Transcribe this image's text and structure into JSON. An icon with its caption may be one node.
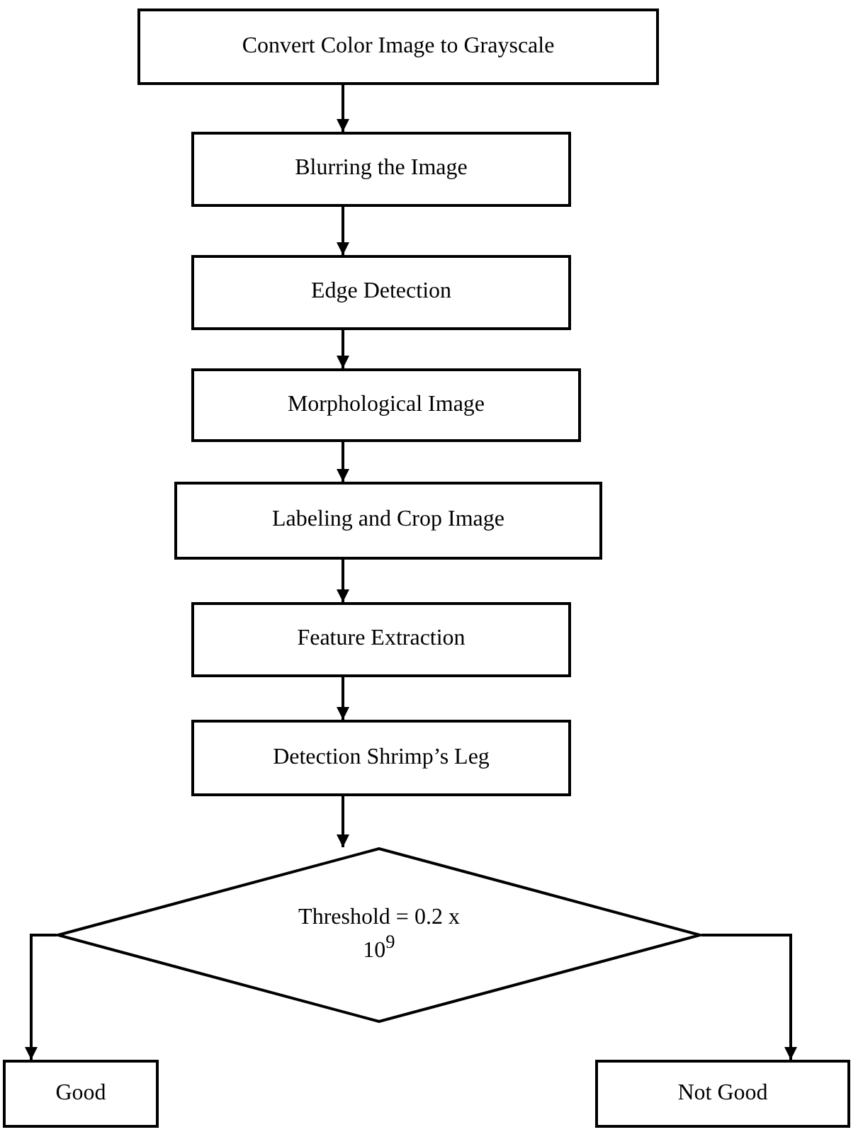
{
  "diagram": {
    "nodes": [
      {
        "text": [
          "Convert Color Image to Grayscale"
        ]
      },
      {
        "text": [
          "Blurring the Image"
        ]
      },
      {
        "text": [
          "Edge Detection"
        ]
      },
      {
        "text": [
          "Morphological Image"
        ]
      },
      {
        "text": [
          "Labeling and Crop Image"
        ]
      },
      {
        "text": [
          "Feature Extraction"
        ]
      },
      {
        "text": [
          "Detection Shrimp’s Leg"
        ]
      },
      {
        "text": [
          "Threshold = 0.2 x 10$^{9}$"
        ]
      },
      {
        "text": [
          "Good"
        ]
      },
      {
        "text": [
          "Not Good"
        ]
      }
    ],
    "edges": [
      {
        "from": 0,
        "to": 1,
        "arrow": "to"
      },
      {
        "from": 1,
        "to": 2,
        "arrow": "to"
      },
      {
        "from": 2,
        "to": 3,
        "arrow": "to"
      },
      {
        "from": 3,
        "to": 4,
        "arrow": "to"
      },
      {
        "from": 4,
        "to": 5,
        "arrow": "to"
      },
      {
        "from": 5,
        "to": 6,
        "arrow": "to"
      },
      {
        "from": 6,
        "to": 7,
        "arrow": "to"
      },
      {
        "from": 7,
        "to": 8,
        "arrow": "to"
      },
      {
        "from": 7,
        "to": 9,
        "arrow": "to"
      }
    ]
  }
}
